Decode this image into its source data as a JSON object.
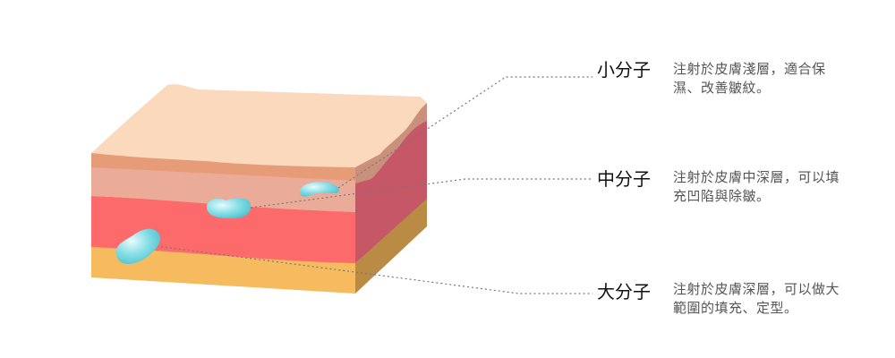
{
  "items": [
    {
      "label": "小分子",
      "desc": "注射於皮膚淺層，適合保濕、改善皺紋。"
    },
    {
      "label": "中分子",
      "desc": "注射於皮膚中深層，可以填充凹陷與除皺。"
    },
    {
      "label": "大分子",
      "desc": "注射於皮膚深層，可以做大範圍的填充、定型。"
    }
  ],
  "colors": {
    "top": "#fbd9bd",
    "stratum": "#e79c78",
    "epidermis": "#eaac98",
    "dermis": "#fd6a6c",
    "fat": "#f6ba5f",
    "filler": "#67cfd8"
  }
}
